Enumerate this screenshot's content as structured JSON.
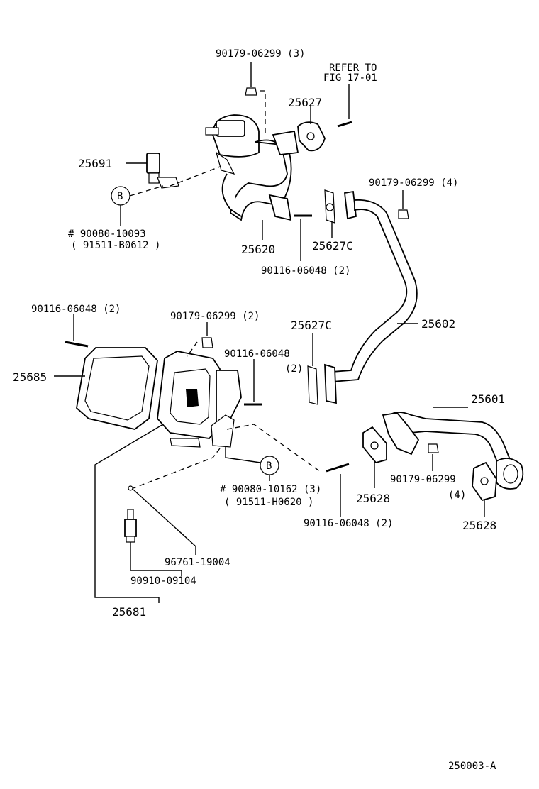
{
  "labels": {
    "l_90179_top": "90179-06299 (3)",
    "l_refer_1": "REFER TO",
    "l_refer_2": "FIG 17-01",
    "l_25627": "25627",
    "l_25691": "25691",
    "l_b1": "B",
    "l_90080_10093": "# 90080-10093",
    "l_91511_b0612": "( 91511-B0612 )",
    "l_25620": "25620",
    "l_90179_4": "90179-06299 (4)",
    "l_25627c_top": "25627C",
    "l_90116_2_top": "90116-06048 (2)",
    "l_90116_left": "90116-06048 (2)",
    "l_90179_2": "90179-06299 (2)",
    "l_25627c_mid": "25627C",
    "l_25602": "25602",
    "l_25685": "25685",
    "l_90116_mid": "90116-06048",
    "l_90116_mid_qty": "(2)",
    "l_25601": "25601",
    "l_b2": "B",
    "l_90080_10162": "# 90080-10162 (3)",
    "l_91511_h0620": "( 91511-H0620 )",
    "l_25628_a": "25628",
    "l_90179_right": "90179-06299",
    "l_90179_right_qty": "(4)",
    "l_25628_b": "25628",
    "l_90116_bottom": "90116-06048 (2)",
    "l_96761": "96761-19004",
    "l_90910": "90910-09104",
    "l_25681": "25681",
    "l_fig": "250003-A"
  }
}
